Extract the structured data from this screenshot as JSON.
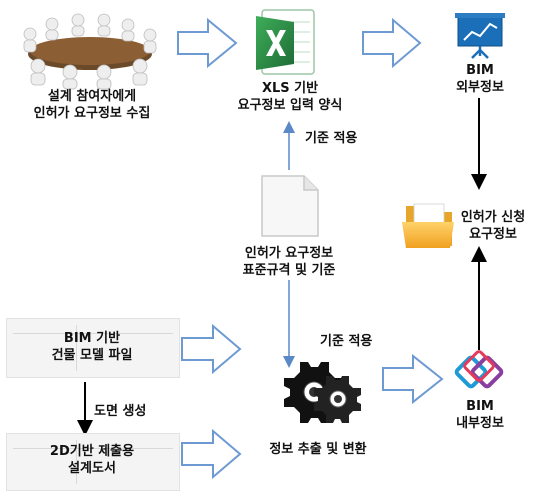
{
  "meeting": {
    "line1": "설계 참여자에게",
    "line2": "인허가 요구정보 수집"
  },
  "xls": {
    "line1": "XLS 기반",
    "line2": "요구정보 입력 양식"
  },
  "bim_external": {
    "line1": "BIM",
    "line2": "외부정보"
  },
  "standard_apply_top": "기준 적용",
  "permit_info": {
    "line1": "인허가 신청",
    "line2": "요구정보"
  },
  "standards_doc": {
    "line1": "인허가 요구정보",
    "line2": "표준규격 및 기준"
  },
  "bim_model": {
    "line1": "BIM 기반",
    "line2": "건물 모델 파일"
  },
  "standard_apply_bottom": "기준 적용",
  "drawing_gen": "도면 생성",
  "drawings_2d": {
    "line1": "2D기반 제출용",
    "line2": "설계도서"
  },
  "extract": "정보 추출 및 변환",
  "bim_internal": {
    "line1": "BIM",
    "line2": "내부정보"
  },
  "colors": {
    "arrow_fill": "#ffffff",
    "arrow_stroke": "#6d9ad3",
    "connector": "#000000",
    "thin_connector": "#5b88c6"
  }
}
